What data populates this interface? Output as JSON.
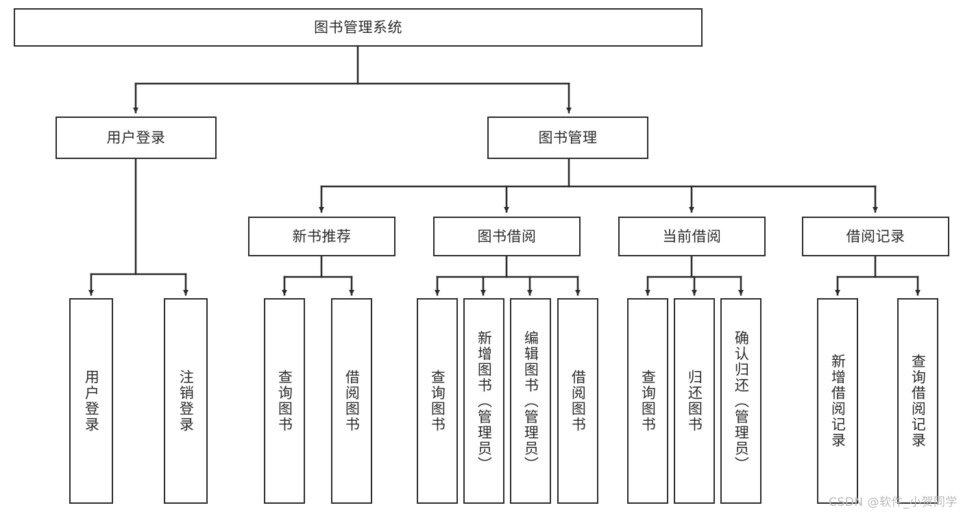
{
  "diagram": {
    "type": "hierarchy-tree",
    "title": "图书管理系统",
    "watermark": "CSDN @软件_小贺同学",
    "colors": {
      "stroke": "#2b2b2b",
      "fill": "#ffffff",
      "background": "#ffffff",
      "watermark": "#b9b9b9"
    },
    "nodes": {
      "root": {
        "label": "图书管理系统"
      },
      "level2": [
        {
          "id": "user-login",
          "label": "用户登录"
        },
        {
          "id": "book-manage",
          "label": "图书管理"
        }
      ],
      "level3": [
        {
          "id": "new-book-recommend",
          "label": "新书推荐"
        },
        {
          "id": "book-borrow",
          "label": "图书借阅"
        },
        {
          "id": "current-borrow",
          "label": "当前借阅"
        },
        {
          "id": "borrow-record",
          "label": "借阅记录"
        }
      ],
      "leaves": {
        "user_login": [
          {
            "id": "leaf-user-login",
            "label": "用户登录"
          },
          {
            "id": "leaf-user-logout",
            "label": "注销登录"
          }
        ],
        "new_book_recommend": [
          {
            "id": "leaf-query-book-1",
            "label": "查询图书"
          },
          {
            "id": "leaf-borrow-book-1",
            "label": "借阅图书"
          }
        ],
        "book_borrow": [
          {
            "id": "leaf-query-book-2",
            "label": "查询图书"
          },
          {
            "id": "leaf-add-book",
            "label": "新增图书（管理员）"
          },
          {
            "id": "leaf-edit-book",
            "label": "编辑图书（管理员）"
          },
          {
            "id": "leaf-borrow-book-2",
            "label": "借阅图书"
          }
        ],
        "current_borrow": [
          {
            "id": "leaf-query-book-3",
            "label": "查询图书"
          },
          {
            "id": "leaf-return-book",
            "label": "归还图书"
          },
          {
            "id": "leaf-confirm-return",
            "label": "确认归还（管理员）"
          }
        ],
        "borrow_record": [
          {
            "id": "leaf-add-record",
            "label": "新增借阅记录"
          },
          {
            "id": "leaf-query-record",
            "label": "查询借阅记录"
          }
        ]
      }
    }
  }
}
